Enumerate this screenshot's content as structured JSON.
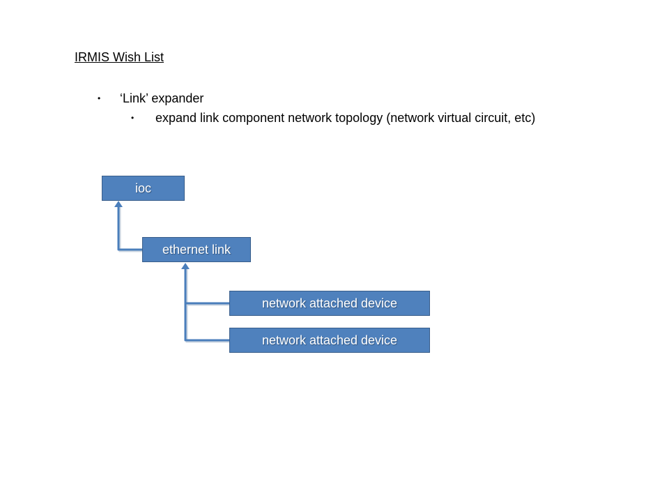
{
  "title": "IRMIS Wish List",
  "bullets": [
    {
      "marker": "•",
      "text": "‘Link’ expander"
    },
    {
      "marker": "•",
      "text": "expand link component network topology (network virtual circuit, etc)"
    }
  ],
  "diagram": {
    "nodes": {
      "ioc": "ioc",
      "ethernet_link": "ethernet link",
      "device_1": "network attached device",
      "device_2": "network attached device"
    },
    "colors": {
      "node_fill": "#4f81bd",
      "node_border": "#385d8a",
      "connector": "#4a7ebb",
      "node_text": "#ffffff"
    }
  }
}
